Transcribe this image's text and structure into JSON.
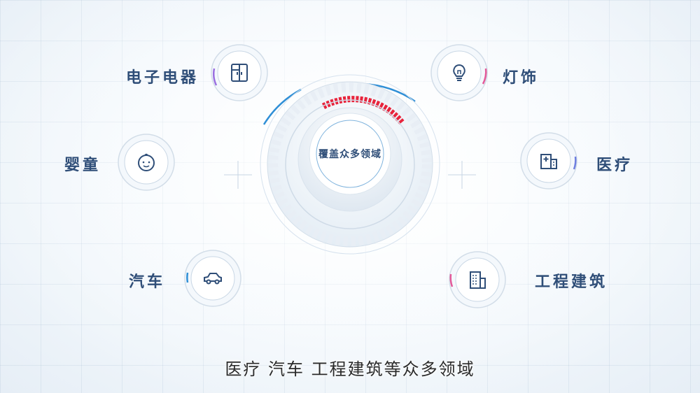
{
  "hub": {
    "label": "覆盖众多领域"
  },
  "domains": [
    {
      "label": "电子电器",
      "icon": "refrigerator-icon"
    },
    {
      "label": "灯饰",
      "icon": "lightbulb-icon"
    },
    {
      "label": "婴童",
      "icon": "baby-face-icon"
    },
    {
      "label": "医疗",
      "icon": "hospital-icon"
    },
    {
      "label": "汽车",
      "icon": "car-icon"
    },
    {
      "label": "工程建筑",
      "icon": "building-icon"
    }
  ],
  "subtitle": "医疗 汽车 工程建筑等众多领域",
  "colors": {
    "accent_blue": "#2f8fd6",
    "accent_red": "#e8243c",
    "label_text": "#2f4e78",
    "subtitle_text": "#2a2a2a"
  }
}
